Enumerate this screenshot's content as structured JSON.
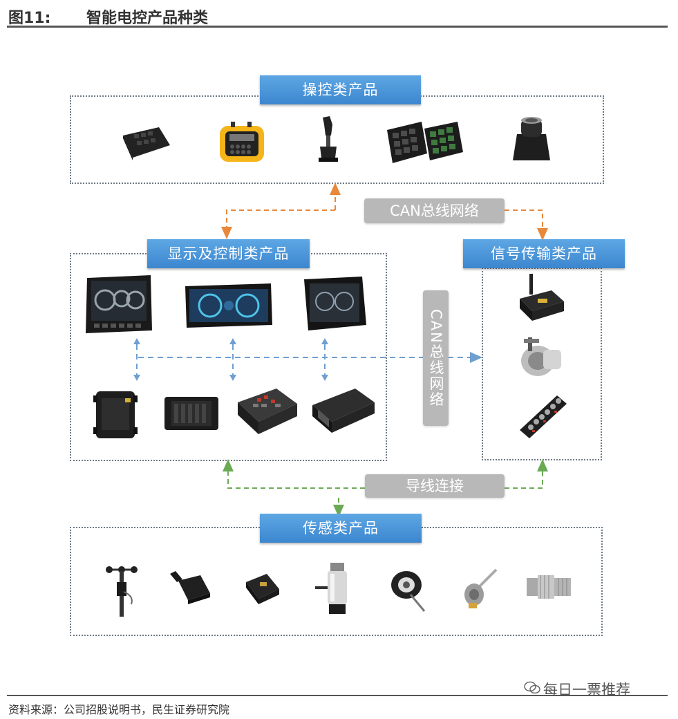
{
  "figure": {
    "number": "图11:",
    "title": "智能电控产品种类"
  },
  "groups": {
    "operation": {
      "label": "操控类产品"
    },
    "display": {
      "label": "显示及控制类产品"
    },
    "signal": {
      "label": "信号传输类产品"
    },
    "sensor": {
      "label": "传感类产品"
    }
  },
  "connectors": {
    "can_top": "CAN总线网络",
    "can_mid": "CAN总线网络",
    "wire": "导线连接"
  },
  "colors": {
    "pill_blue": "#4a95db",
    "can_arrow": "#e8883a",
    "bus_arrow": "#6f9fd0",
    "wire_arrow": "#6aaa55"
  },
  "footer": {
    "source": "资料来源：公司招股说明书，民生证券研究院",
    "watermark": "每日一票推荐"
  }
}
